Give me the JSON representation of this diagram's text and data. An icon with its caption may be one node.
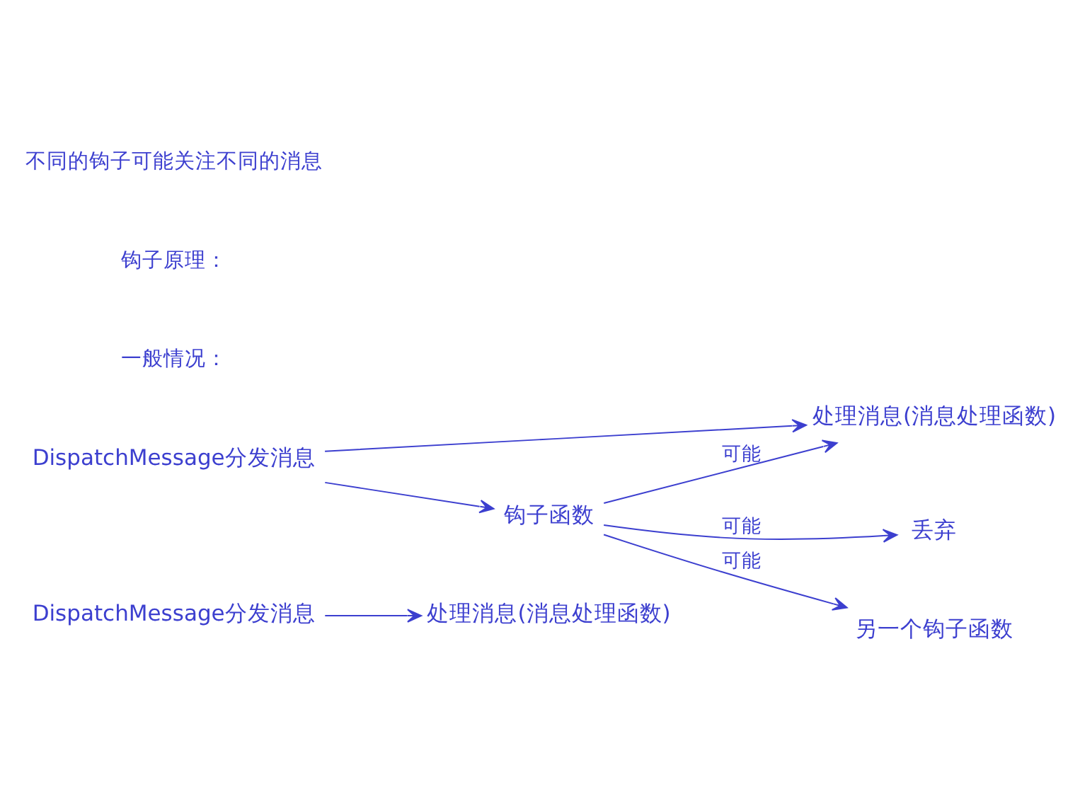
{
  "diagram": {
    "nodes": [
      {
        "text": [
          "DispatchMessage分发消息"
        ]
      },
      {
        "text": [
          "处理消息(消息处理函数)"
        ]
      },
      {
        "text": [
          "DispatchMessage分发消息"
        ]
      },
      {
        "text": [
          "处理消息(消息处理函数)"
        ]
      },
      {
        "text": [
          "钩子函数"
        ]
      },
      {
        "text": [
          "丢弃"
        ]
      },
      {
        "text": [
          "另一个钩子函数"
        ]
      }
    ],
    "edges": [
      {
        "from": 0,
        "to": 1,
        "arrow": "to"
      },
      {
        "from": 2,
        "to": 3,
        "arrow": "to"
      },
      {
        "from": 2,
        "to": 4,
        "arrow": "to"
      },
      {
        "from": 4,
        "to": 3,
        "arrow": "to",
        "label": "可能"
      },
      {
        "from": 4,
        "to": 5,
        "arrow": "to",
        "label": "可能"
      },
      {
        "from": 4,
        "to": 6,
        "arrow": "to",
        "label": "可能"
      }
    ],
    "labels": [
      "一般情况：",
      "钩子原理：",
      "不同的钩子可能关注不同的消息"
    ]
  }
}
